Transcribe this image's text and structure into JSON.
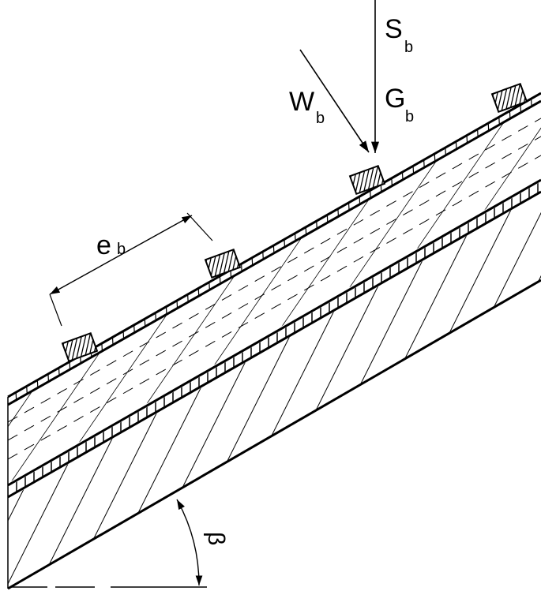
{
  "labels": {
    "snow_load": "S",
    "snow_load_sub": "b",
    "dead_load": "G",
    "dead_load_sub": "b",
    "wind_load": "W",
    "wind_load_sub": "b",
    "batten_spacing": "e",
    "batten_spacing_sub": "b",
    "pitch_angle": "β"
  },
  "colors": {
    "ink": "#000000",
    "paper": "#ffffff"
  }
}
